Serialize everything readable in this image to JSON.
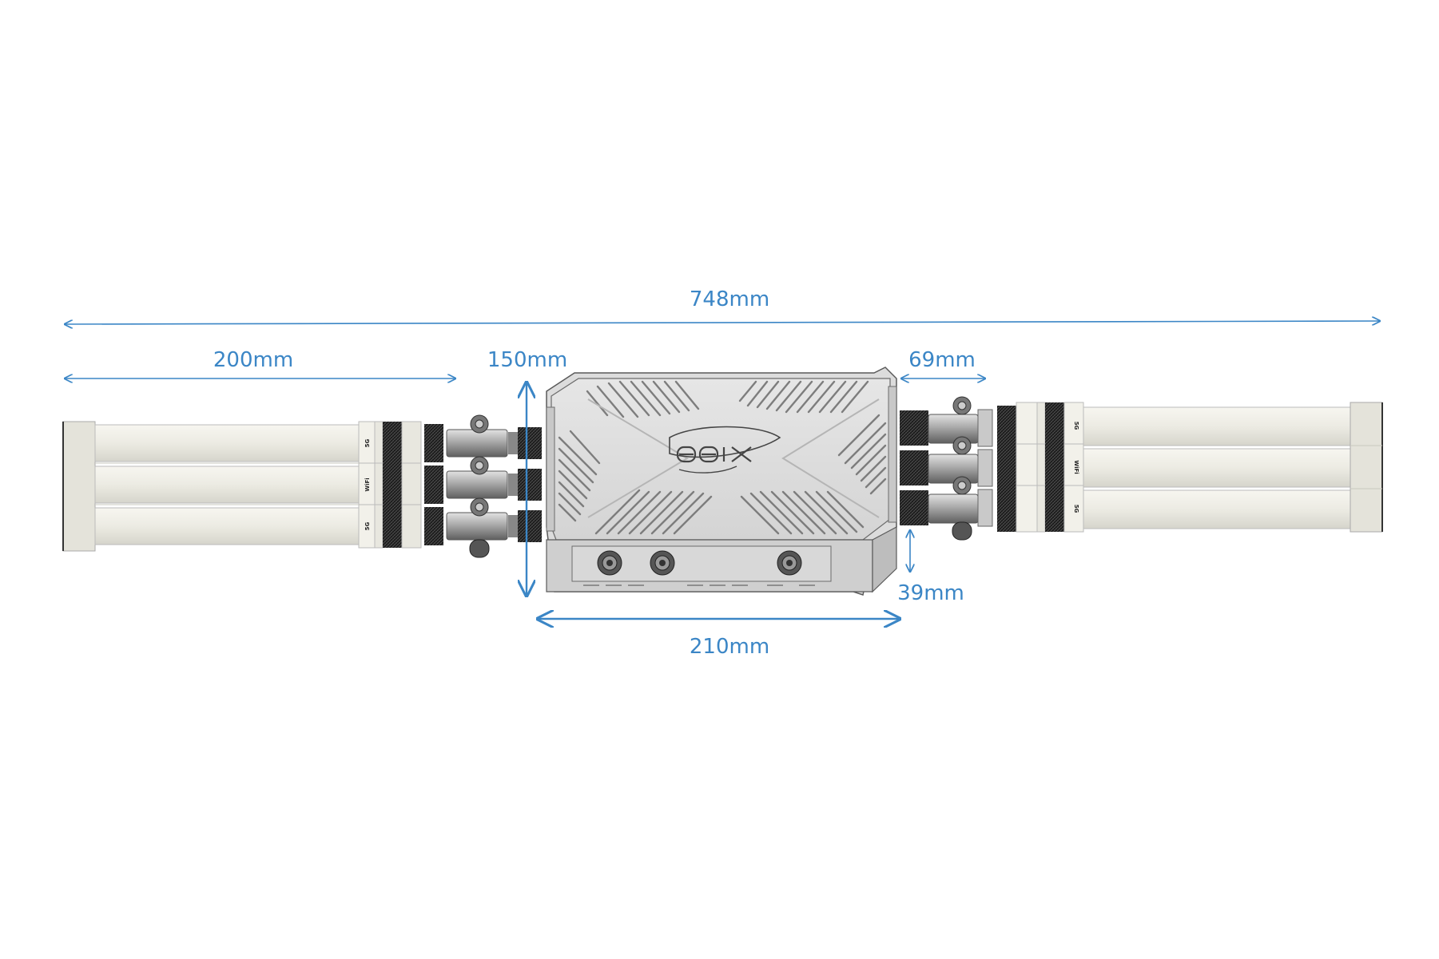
{
  "dimensions": {
    "overall_length": "748mm",
    "antenna_length": "200mm",
    "height": "150mm",
    "connector_length": "69mm",
    "depth": "39mm",
    "width": "210mm"
  },
  "antenna_labels": {
    "left_top": "5G",
    "left_middle": "WiFi",
    "left_bottom": "5G",
    "right_top": "5G",
    "right_middle": "WiFi",
    "right_bottom": "5G"
  },
  "colors": {
    "dimension_line": "#3b86c6",
    "enclosure": "#d9d9d9",
    "antenna": "#ecebe3"
  }
}
